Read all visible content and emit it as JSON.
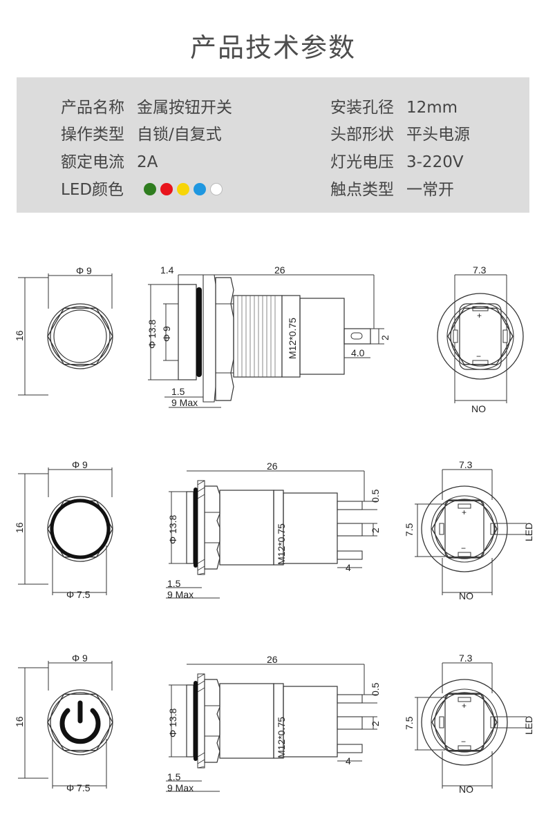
{
  "title": "产品技术参数",
  "specs": {
    "left": [
      {
        "label": "产品名称",
        "value": "金属按钮开关"
      },
      {
        "label": "操作类型",
        "value": "自锁/自复式"
      },
      {
        "label": "额定电流",
        "value": "2A"
      },
      {
        "label": "LED颜色",
        "value": ""
      }
    ],
    "right": [
      {
        "label": "安装孔径",
        "value": "12mm"
      },
      {
        "label": "头部形状",
        "value": "平头电源"
      },
      {
        "label": "灯光电压",
        "value": "3-220V"
      },
      {
        "label": "触点类型",
        "value": "一常开"
      }
    ],
    "led_colors": [
      "#2f7d1f",
      "#e8141c",
      "#f7d508",
      "#1f97e0",
      "#ffffff"
    ]
  },
  "dims": {
    "phi9": "Φ 9",
    "phi75": "Φ 7.5",
    "phi138": "Φ 13.8",
    "h16": "16",
    "len26": "26",
    "d14": "1.4",
    "d15": "1.5",
    "max9": "9 Max",
    "thread": "M12*0.75",
    "w73": "7.3",
    "h75": "7.5",
    "t2": "2",
    "t05": "0.5",
    "t40": "4.0",
    "t4": "4",
    "no": "NO",
    "led": "LED",
    "plus": "+",
    "minus": "−"
  }
}
